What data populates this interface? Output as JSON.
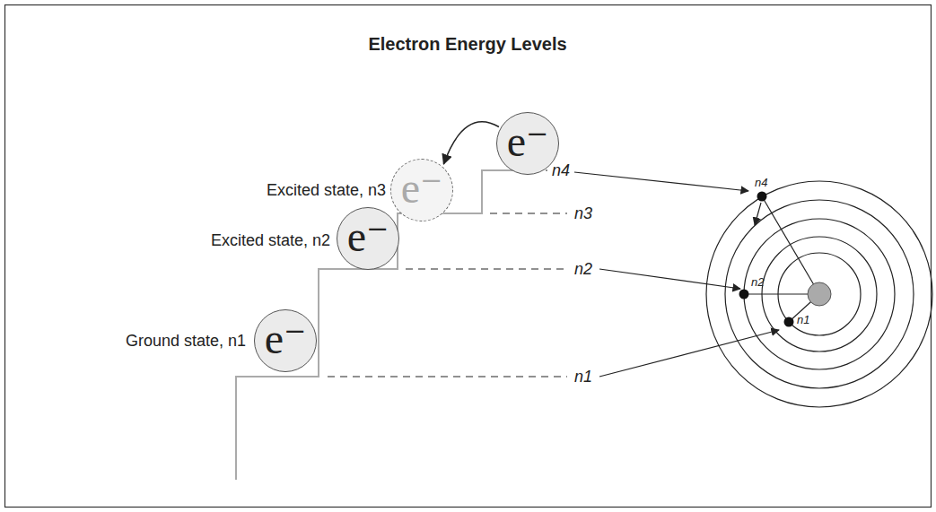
{
  "diagram": {
    "title": "Electron Energy Levels",
    "nodes": [
      {
        "text": [
          "e⁻"
        ]
      },
      {
        "text": [
          "e⁻"
        ]
      },
      {
        "text": [
          "e⁻"
        ]
      },
      {
        "text": [
          "e⁻"
        ]
      }
    ],
    "edges": [
      {
        "from": 0,
        "to": 1,
        "arrow": "to"
      }
    ],
    "labels": [
      "Excited state, n3",
      "Excited state, n2",
      "Ground state, n1",
      "n4",
      "n3",
      "n2",
      "n1",
      "n4",
      "n2",
      "n1"
    ]
  }
}
